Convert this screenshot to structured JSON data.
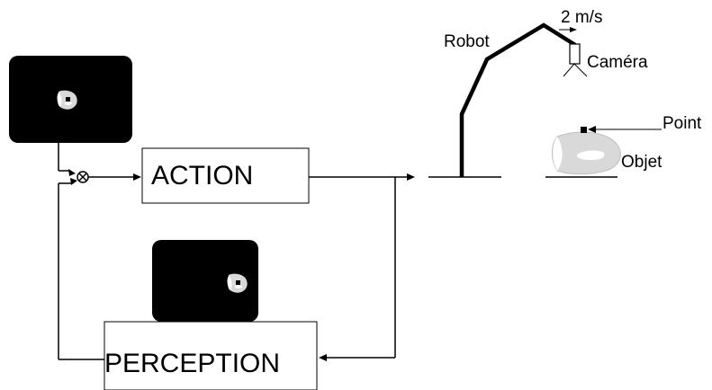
{
  "blocks": {
    "action": "ACTION",
    "perception": "PERCEPTION"
  },
  "scene": {
    "robot": "Robot",
    "camera": "Caméra",
    "speed": "2 m/s",
    "point": "Point",
    "object": "Objet"
  },
  "icons": {
    "comparator": "circled-x-icon",
    "reference_image": "black-screen-icon",
    "perceived_image": "black-screen-icon",
    "object_shape": "object-icon"
  },
  "colors": {
    "line": "#000000",
    "screen": "#000000",
    "object_fill": "#d9d9d9",
    "object_blob": "#ffffff"
  }
}
